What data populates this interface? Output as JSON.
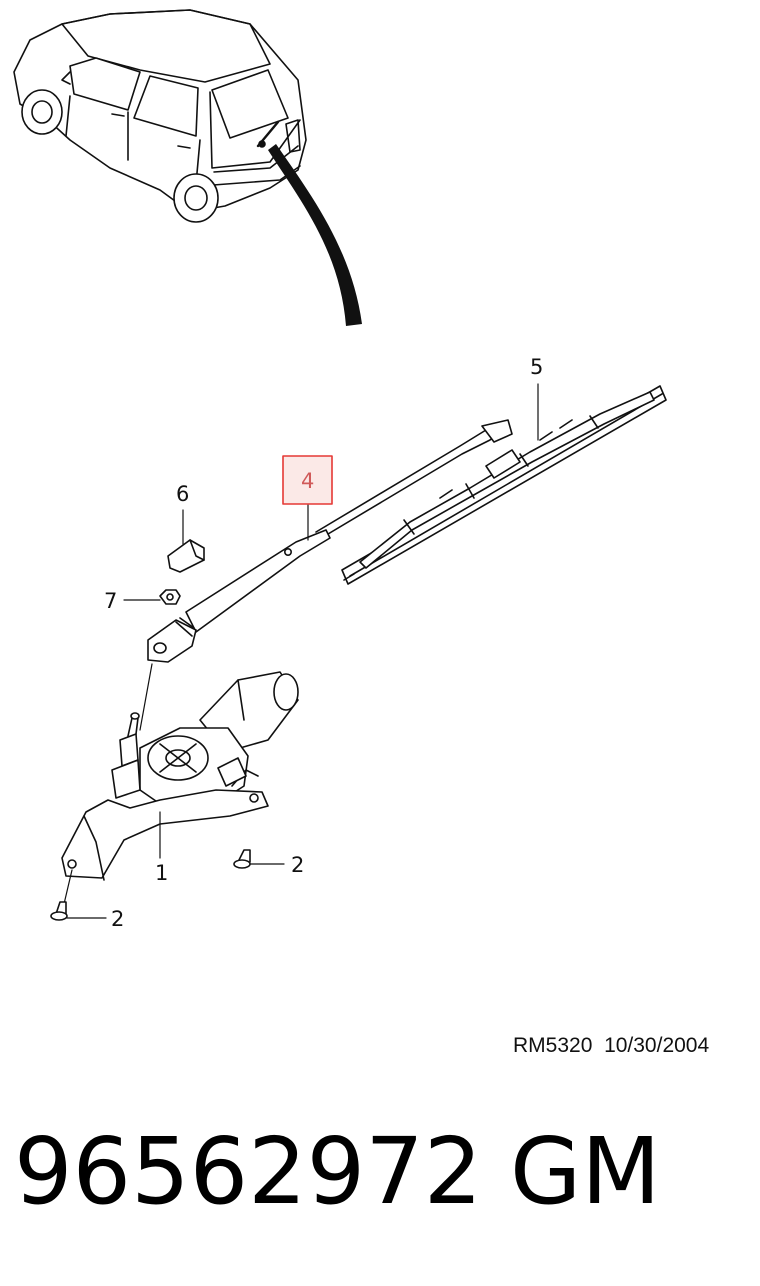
{
  "callouts": {
    "c1": "1",
    "c2a": "2",
    "c2b": "2",
    "c4": "4",
    "c5": "5",
    "c6": "6",
    "c7": "7"
  },
  "highlight": {
    "color": "#e53935",
    "fill": "#fbe9e7",
    "item": "4"
  },
  "reference": {
    "code": "RM5320",
    "date": "10/30/2004"
  },
  "footer": {
    "part_number": "96562972",
    "brand": "GM"
  },
  "icons": {
    "vehicle": "hatchback-car-icon",
    "pointer": "pointer-arrow-icon",
    "arm": "wiper-arm-icon",
    "blade": "wiper-blade-icon",
    "cap": "cap-icon",
    "nut": "nut-icon",
    "motor": "wiper-motor-icon",
    "bolt": "bolt-icon"
  }
}
